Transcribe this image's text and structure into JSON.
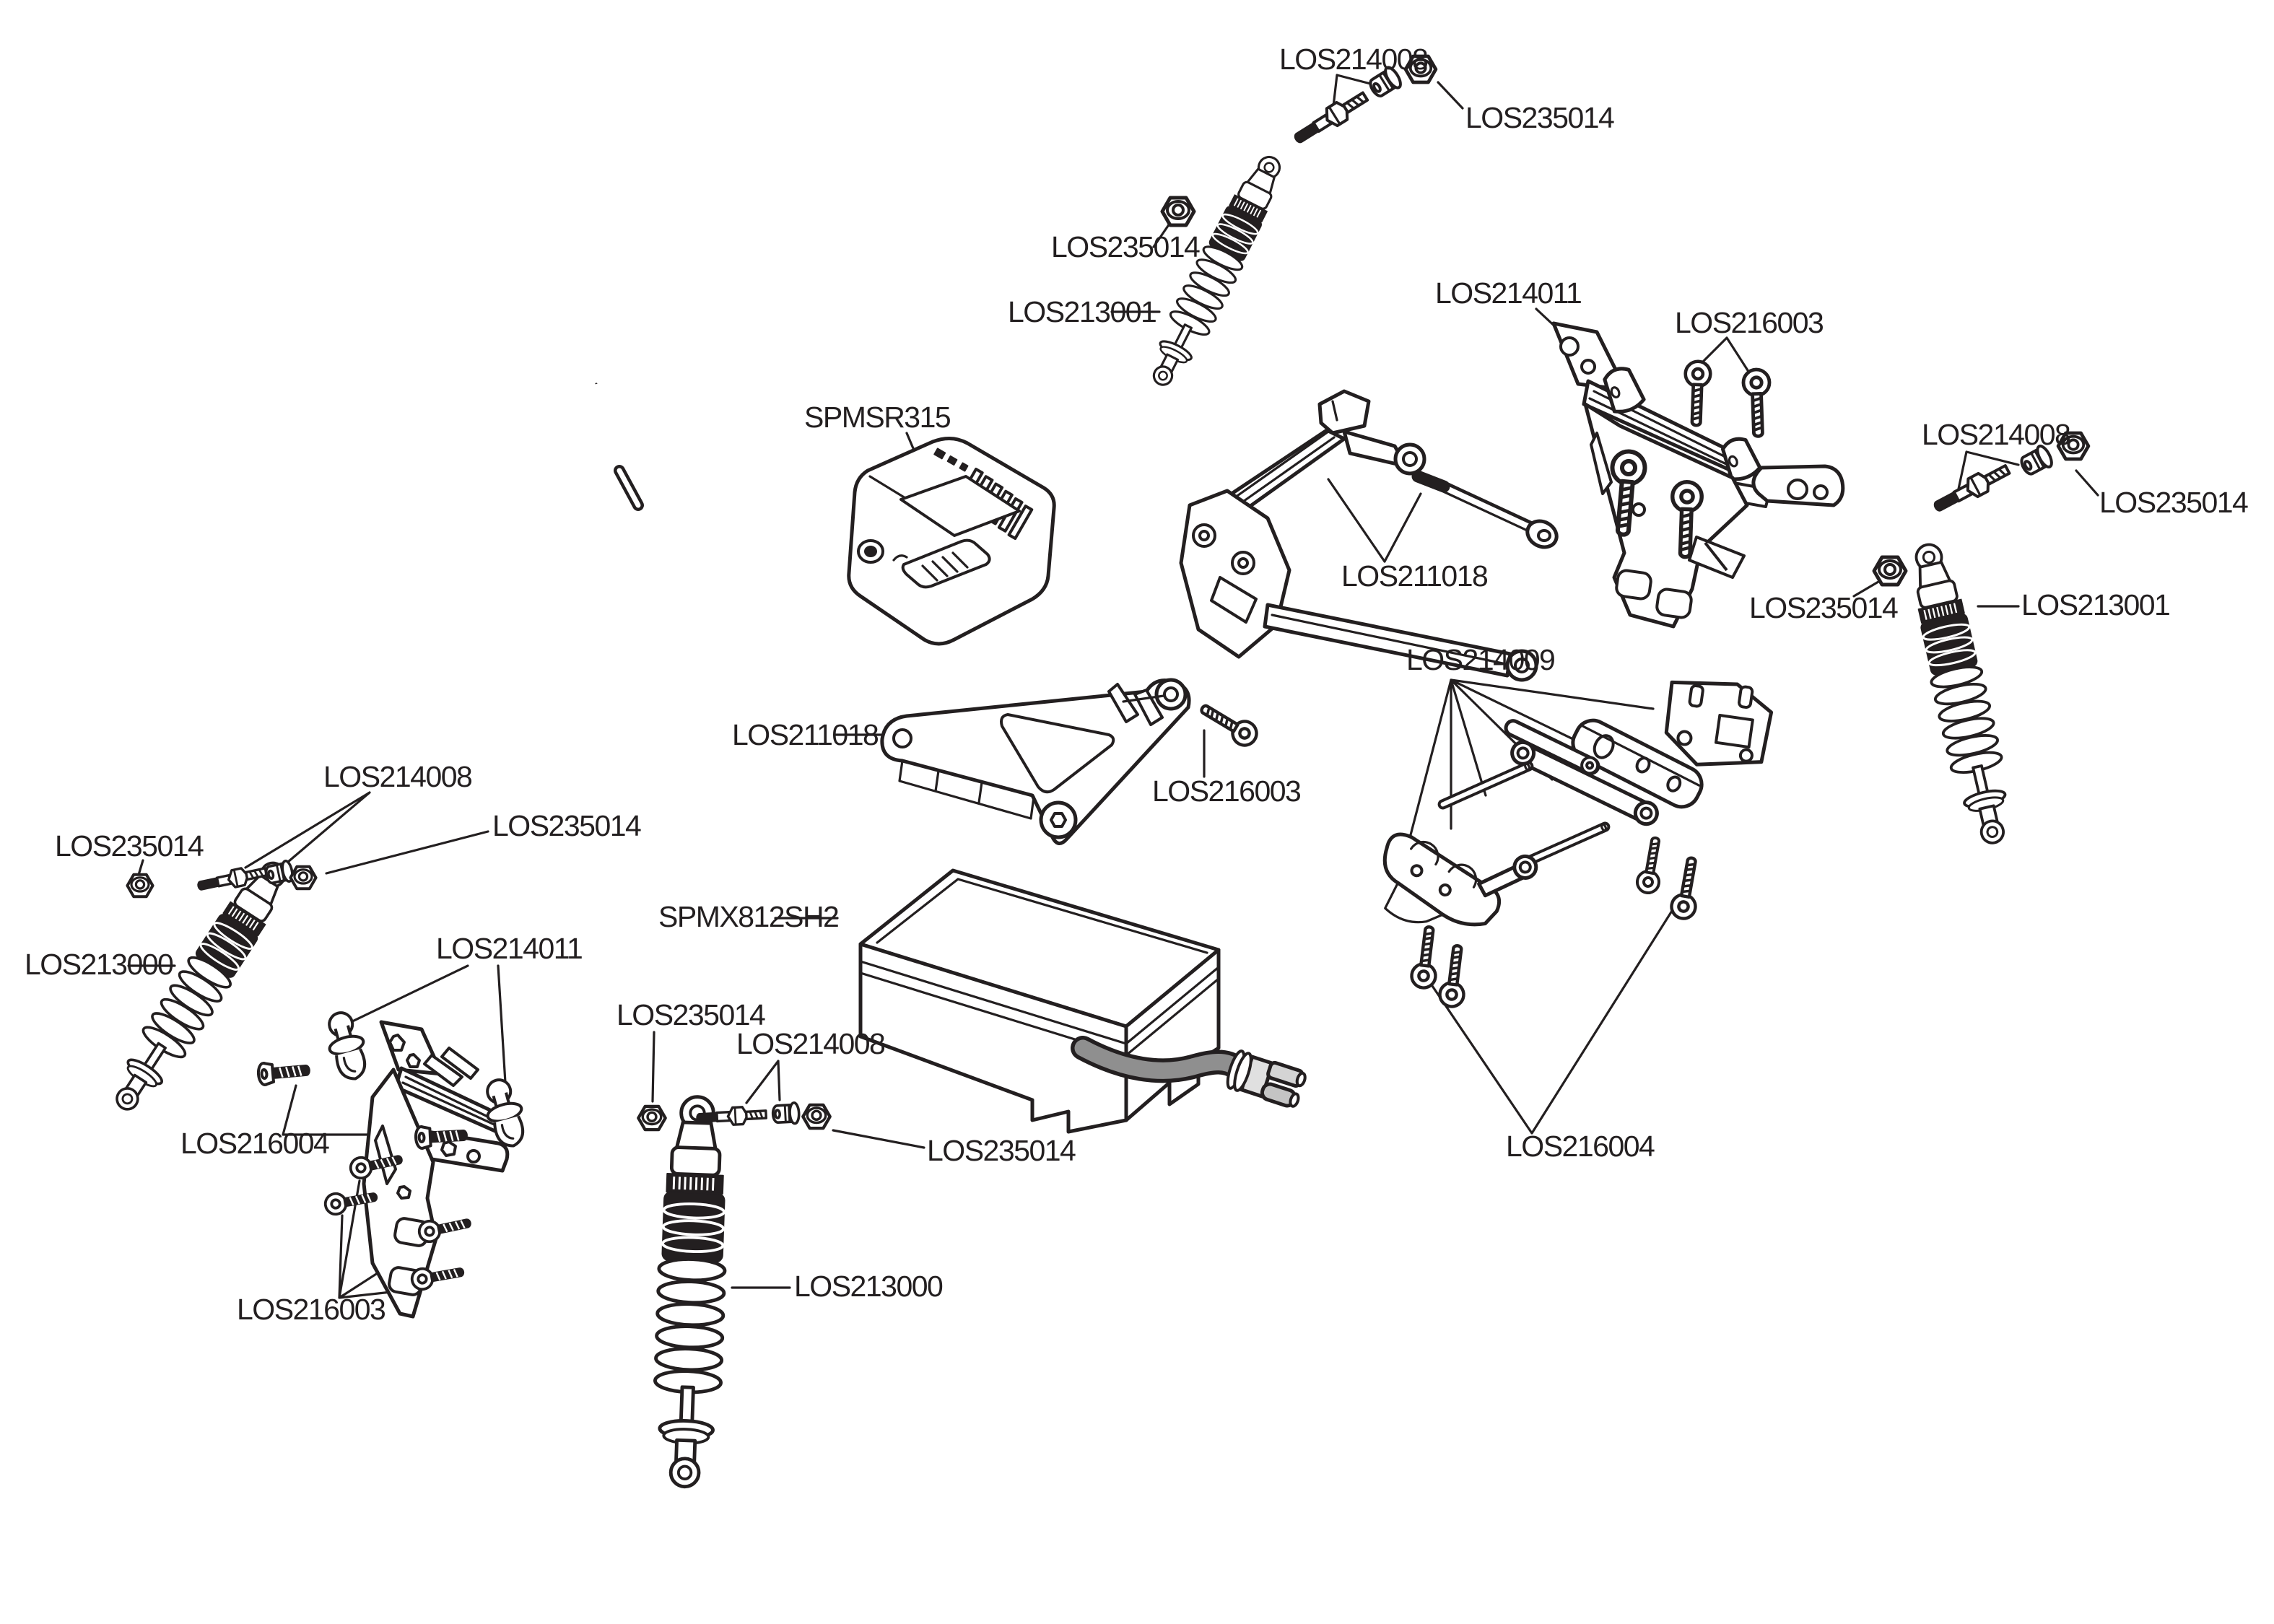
{
  "colors": {
    "ink": "#231f20",
    "background": "#ffffff",
    "wire_gray": "#8f8f8f",
    "connector_gray": "#d4d4d4"
  },
  "labels": [
    {
      "id": "top-shock-stud",
      "text": "LOS214008"
    },
    {
      "id": "top-shock-nut-outer",
      "text": "LOS235014"
    },
    {
      "id": "top-shock-nut-inner",
      "text": "LOS235014"
    },
    {
      "id": "top-shock",
      "text": "LOS213001"
    },
    {
      "id": "right-shock-tower",
      "text": "LOS214011"
    },
    {
      "id": "right-tower-screws",
      "text": "LOS216003"
    },
    {
      "id": "receiver",
      "text": "SPMSR315"
    },
    {
      "id": "right-shock-stud",
      "text": "LOS214008"
    },
    {
      "id": "right-shock-nut-outer",
      "text": "LOS235014"
    },
    {
      "id": "upper-body-mount",
      "text": "LOS211018"
    },
    {
      "id": "right-tower-nut",
      "text": "LOS235014"
    },
    {
      "id": "right-shock",
      "text": "LOS213001"
    },
    {
      "id": "lower-body-mount",
      "text": "LOS211018"
    },
    {
      "id": "pivot-mount-set",
      "text": "LOS214009"
    },
    {
      "id": "lower-mount-screw",
      "text": "LOS216003"
    },
    {
      "id": "left-shock-stud",
      "text": "LOS214008"
    },
    {
      "id": "left-shock-nut-inner",
      "text": "LOS235014"
    },
    {
      "id": "left-shock-nut-outer",
      "text": "LOS235014"
    },
    {
      "id": "left-shock",
      "text": "LOS213000"
    },
    {
      "id": "left-shock-tower",
      "text": "LOS214011"
    },
    {
      "id": "battery",
      "text": "SPMX812SH2"
    },
    {
      "id": "bottom-shock-nut-left",
      "text": "LOS235014"
    },
    {
      "id": "bottom-shock-stud",
      "text": "LOS214008"
    },
    {
      "id": "left-tower-flat-screws",
      "text": "LOS216004"
    },
    {
      "id": "bottom-shock-nut-right",
      "text": "LOS235014"
    },
    {
      "id": "bottom-shock",
      "text": "LOS213000"
    },
    {
      "id": "left-tower-screws",
      "text": "LOS216003"
    },
    {
      "id": "pivot-mount-screws",
      "text": "LOS216004"
    }
  ]
}
